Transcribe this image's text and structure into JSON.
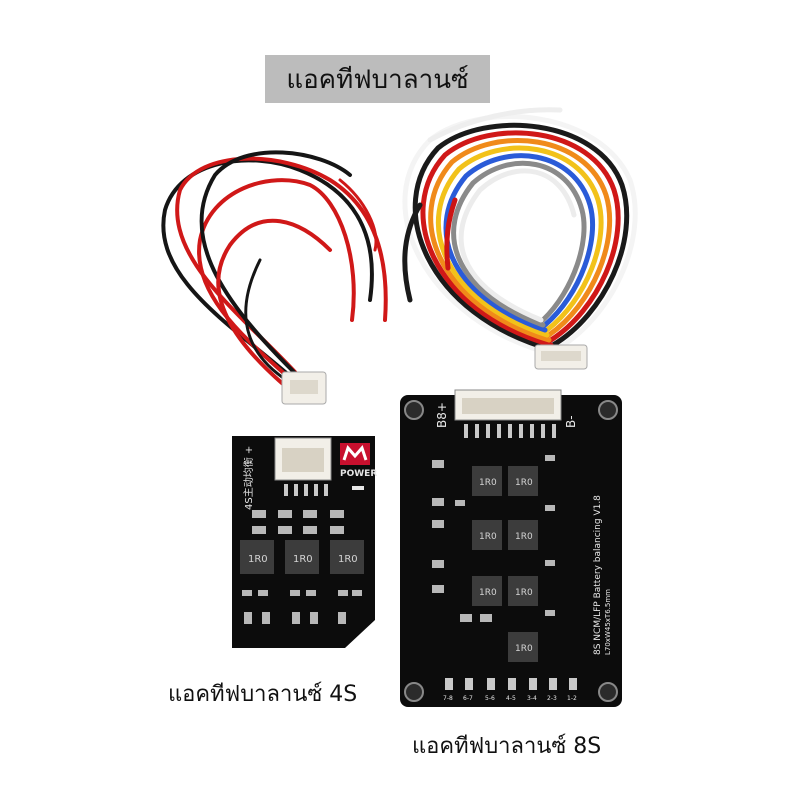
{
  "header": {
    "title": "แอคทีฟบาลานซ์"
  },
  "boards": {
    "small": {
      "caption": "แอคทีฟบาลานซ์ 4S",
      "brand_text": "POWER",
      "silk_text": "4S主动均衡 +",
      "inductor_label": "1R0",
      "brand_color": "#c8102e"
    },
    "large": {
      "caption": "แอคทีฟบาลานซ์ 8S",
      "silk_text": "8S NCM/LFP Battery balancing V1.8",
      "silk_dims": "L70xW45xT6.5mm",
      "b_plus_label": "B8+",
      "b_minus_label": "B-",
      "inductor_label": "1R0",
      "pad_labels": [
        "7-8",
        "6-7",
        "5-6",
        "4-5",
        "3-4",
        "2-3",
        "1-2"
      ]
    }
  },
  "colors": {
    "pcb": "#0c0c0c",
    "wire_red": "#d01818",
    "wire_black": "#151515",
    "connector": "#f2efe8"
  }
}
